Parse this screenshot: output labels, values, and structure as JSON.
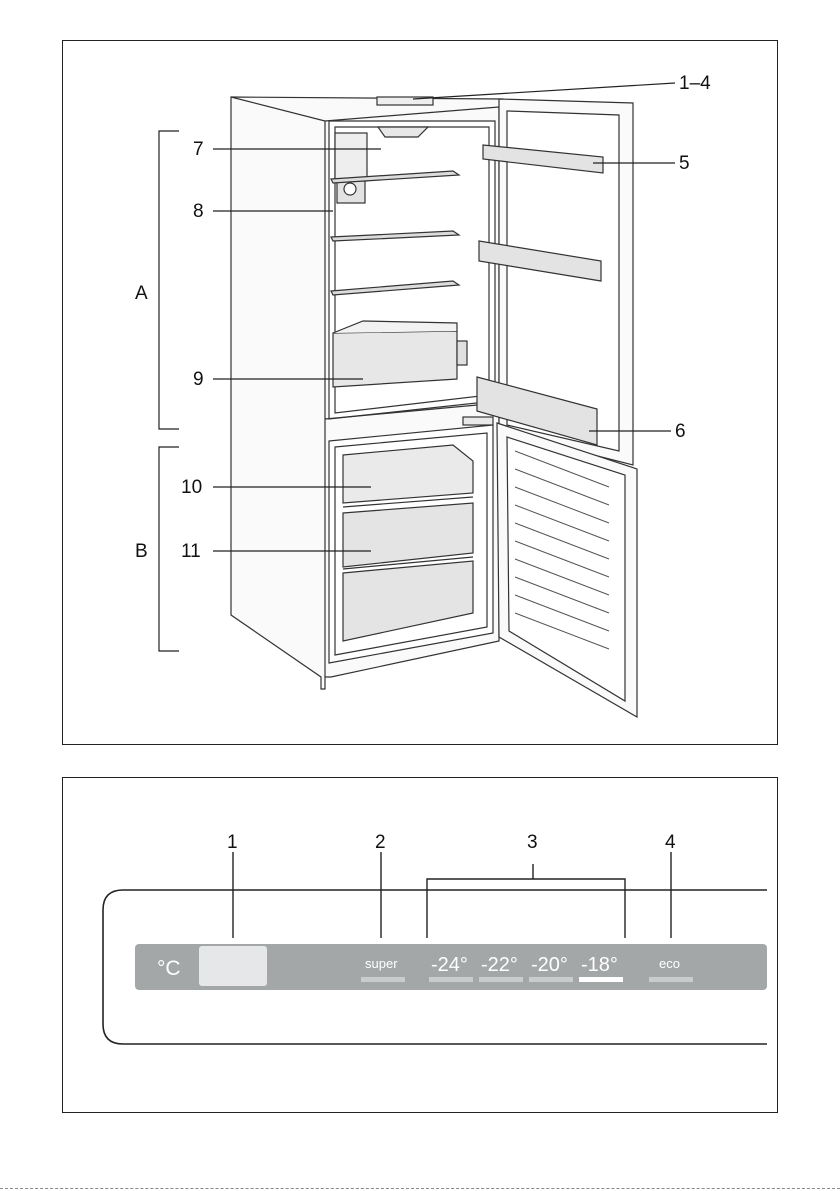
{
  "figure1": {
    "callouts": {
      "c1_4": "1–4",
      "c5": "5",
      "c6": "6",
      "c7": "7",
      "c8": "8",
      "c9": "9",
      "c10": "10",
      "c11": "11"
    },
    "zones": {
      "a": "A",
      "b": "B"
    }
  },
  "figure2": {
    "callouts": {
      "c1": "1",
      "c2": "2",
      "c3": "3",
      "c4": "4"
    },
    "panel": {
      "unit": "°C",
      "super": "super",
      "temps": [
        "-24°",
        "-22°",
        "-20°",
        "-18°"
      ],
      "eco": "eco",
      "selected_temp": "-18°"
    },
    "colors": {
      "panel": "#a4a7a8",
      "indicator": "#c9cbcc",
      "active_indicator": "#ffffff"
    }
  }
}
